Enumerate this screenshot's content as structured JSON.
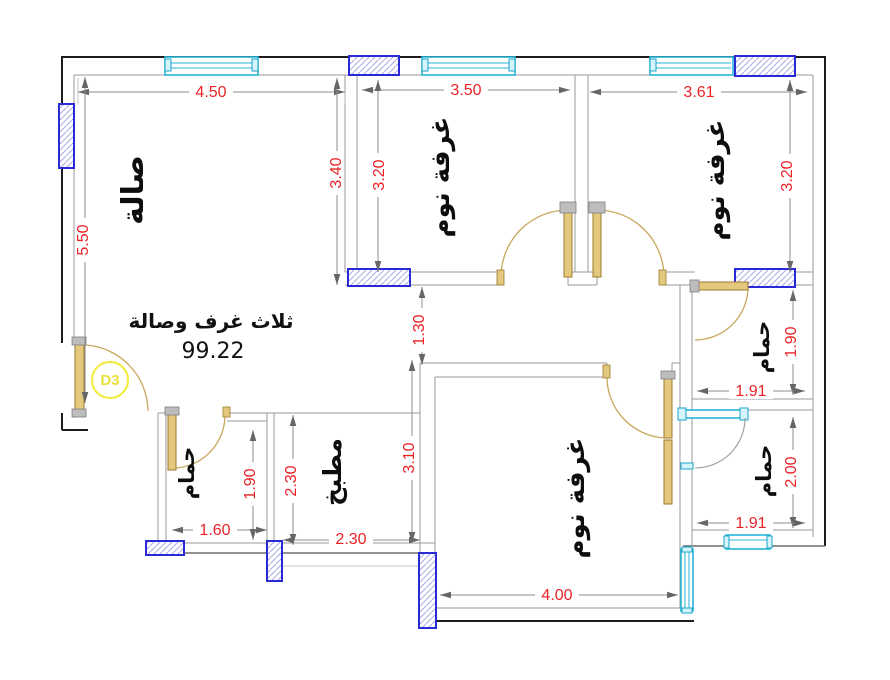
{
  "drawing": {
    "type": "floor-plan",
    "annotations": {
      "summary": "ثلاث غرف وصالة",
      "area": "99.22",
      "door_tag": "D3"
    },
    "rooms": {
      "living": {
        "label": "صالة"
      },
      "bedroom1": {
        "label": "غرفة نوم"
      },
      "bedroom2": {
        "label": "غرفة نوم"
      },
      "bedroom3": {
        "label": "غرفة نوم"
      },
      "bath1": {
        "label": "حمام"
      },
      "bath2": {
        "label": "حمام"
      },
      "bath3": {
        "label": "حمام"
      },
      "kitchen": {
        "label": "مطبخ"
      }
    },
    "dimensions": {
      "living_width": "4.50",
      "living_height": "5.50",
      "bed1_width": "3.50",
      "bed1_outer_height": "3.40",
      "bed1_height": "3.20",
      "bed2_width": "3.61",
      "bed2_height": "3.20",
      "hall_height": "1.30",
      "bath1_height": "1.90",
      "bath1_width": "1.91",
      "bath2_height": "2.00",
      "bath2_width": "1.91",
      "bath3_width": "1.60",
      "bath3_height": "1.90",
      "kitchen_depth": "2.30",
      "kitchen_width": "2.30",
      "bed3_height": "3.10",
      "bed3_width": "4.00"
    },
    "colors": {
      "dimension_text": "#ec2227",
      "walls": "#1c1c1c",
      "inner_walls": "#9a9a9a",
      "windows": "#27b6d8",
      "columns": "#2a2ad4",
      "column_hatch": "#a9a9ea",
      "doors": "#c8a85c",
      "door_tag": "#e8e03c"
    }
  }
}
